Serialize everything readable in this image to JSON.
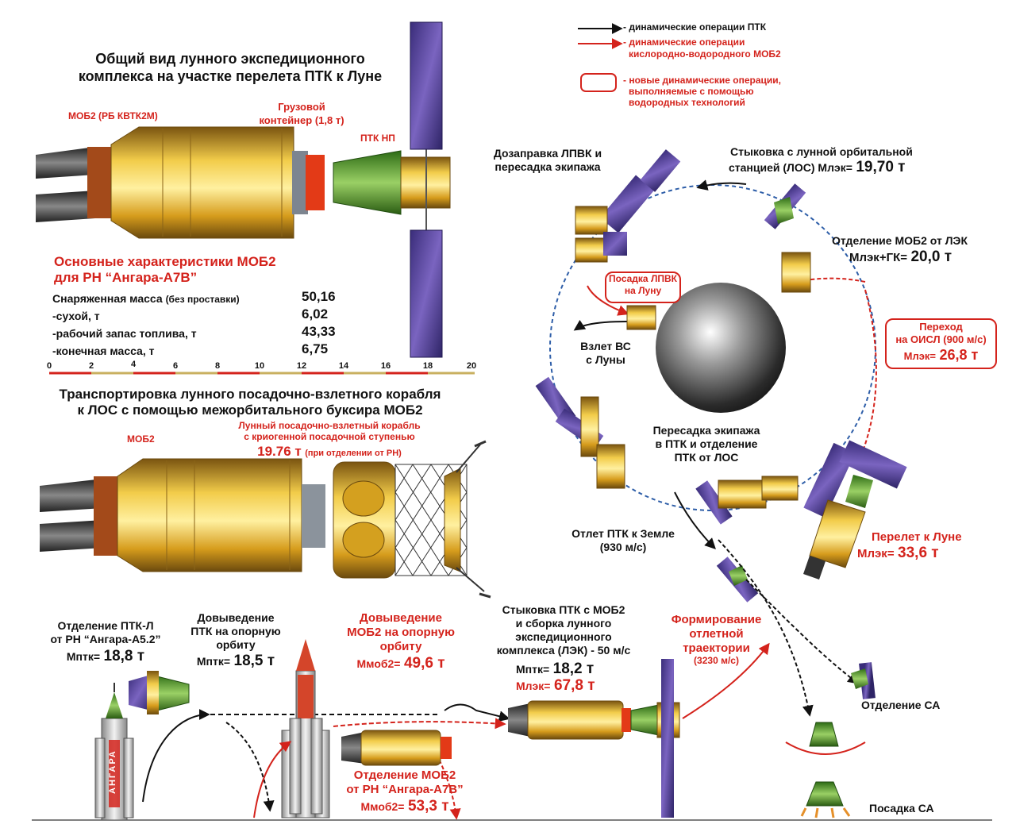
{
  "legend": {
    "black_arrow": "- динамические операции ПТК",
    "red_arrow_line1": "- динамические операции",
    "red_arrow_line2": "кислородно-водородного МОБ2",
    "box_line1": "- новые динамические операции,",
    "box_line2": "выполняемые с помощью",
    "box_line3": "водородных технологий"
  },
  "top_section": {
    "title_line1": "Общий вид лунного экспедиционного",
    "title_line2": "комплекса на участке перелета ПТК к Луне",
    "mob2_label": "МОБ2 (РБ КВТК2М)",
    "cargo_line1": "Грузовой",
    "cargo_line2": "контейнер (1,8 т)",
    "ptk_np": "ПТК НП",
    "specs_title_line1": "Основные характеристики  МОБ2",
    "specs_title_line2": "для РН “Ангара-А7В”",
    "specs": [
      {
        "label": "Снаряженная масса",
        "note": "(без проставки)",
        "value": "50,16"
      },
      {
        "label": "-сухой, т",
        "note": "",
        "value": "6,02"
      },
      {
        "label": "-рабочий запас топлива, т",
        "note": "",
        "value": "43,33"
      },
      {
        "label": "-конечная масса, т",
        "note": "",
        "value": "6,75"
      }
    ],
    "scale_ticks": [
      "0",
      "2",
      "4",
      "6",
      "8",
      "10",
      "12",
      "14",
      "16",
      "18",
      "20"
    ]
  },
  "middle_section": {
    "title_line1": "Транспортировка лунного посадочно-взлетного корабля",
    "title_line2": "к ЛОС  с помощью межорбитального буксира МОБ2",
    "mob2_label": "МОБ2",
    "lander_line1": "Лунный посадочно-взлетный корабль",
    "lander_line2": "с криогенной посадочной ступенью",
    "lander_mass": "19.76 т",
    "lander_note": "(при отделении от РН)"
  },
  "orbit_section": {
    "refuel_line1": "Дозаправка ЛПВК и",
    "refuel_line2": "пересадка экипажа",
    "dock_line1": "Стыковка с лунной орбитальной",
    "dock_line2": "станцией (ЛОС) Млэк=",
    "dock_mass": "19,70 т",
    "sep_line1": "Отделение МОБ2 от ЛЭК",
    "sep_line2": "Млэк+ГК=",
    "sep_mass": "20,0 т",
    "landing_line1": "Посадка ЛПВК",
    "landing_line2": "на Луну",
    "transfer_line1": "Переход",
    "transfer_line2": "на ОИСЛ (900 м/с)",
    "transfer_line3": "Млэк=",
    "transfer_mass": "26,8 т",
    "launch_line1": "Взлет ВС",
    "launch_line2": "с Луны",
    "crew_line1": "Пересадка экипажа",
    "crew_line2": "в ПТК и отделение",
    "crew_line3": "ПТК от ЛОС",
    "depart_line1": "Отлет ПТК к Земле",
    "depart_line2": "(930 м/с)",
    "flight_line1": "Перелет к Луне",
    "flight_line2": "Млэк=",
    "flight_mass": "33,6 т"
  },
  "bottom_section": {
    "sep_ptk_line1": "Отделение ПТК-Л",
    "sep_ptk_line2": "от РН “Ангара-А5.2”",
    "sep_ptk_mass_label": "Мптк=",
    "sep_ptk_mass": "18,8 т",
    "ins_ptk_line1": "Довыведение",
    "ins_ptk_line2": "ПТК на опорную",
    "ins_ptk_line3": "орбиту",
    "ins_ptk_mass_label": "Мптк=",
    "ins_ptk_mass": "18,5 т",
    "ins_mob_line1": "Довыведение",
    "ins_mob_line2": "МОБ2 на опорную",
    "ins_mob_line3": "орбиту",
    "ins_mob_mass_label": "Ммоб2=",
    "ins_mob_mass": "49,6 т",
    "dock_line1": "Стыковка ПТК с МОБ2",
    "dock_line2": "и сборка лунного",
    "dock_line3": "экспедиционного",
    "dock_line4": "комплекса (ЛЭК) - 50 м/с",
    "dock_ptk_label": "Мптк=",
    "dock_ptk_mass": "18,2 т",
    "dock_lek_label": "Млэк=",
    "dock_lek_mass": "67,8 т",
    "form_line1": "Формирование",
    "form_line2": "отлетной",
    "form_line3": "траектории",
    "form_line4": "(3230 м/с)",
    "sep_mob_line1": "Отделение МОБ2",
    "sep_mob_line2": "от РН “Ангара-А7В”",
    "sep_mob_mass_label": "Ммоб2=",
    "sep_mob_mass": "53,3 т",
    "sep_sa": "Отделение СА",
    "land_sa": "Посадка СА",
    "rocket_text": "АНГАРА"
  },
  "colors": {
    "red": "#d4231c",
    "gold": "#e3b32a",
    "green": "#4d9a2c",
    "panel": "#4c3a8f"
  }
}
